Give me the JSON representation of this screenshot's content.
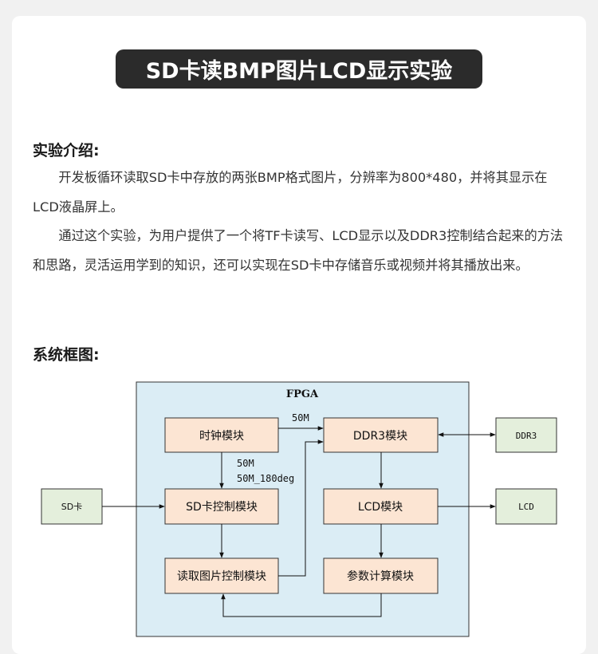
{
  "title": "SD卡读BMP图片LCD显示实验",
  "intro": {
    "heading": "实验介绍:",
    "paragraphs": [
      "开发板循环读取SD卡中存放的两张BMP格式图片，分辨率为800*480，并将其显示在LCD液晶屏上。",
      "通过这个实验，为用户提供了一个将TF卡读写、LCD显示以及DDR3控制结合起来的方法和思路，灵活运用学到的知识，还可以实现在SD卡中存储音乐或视频并将其播放出来。"
    ]
  },
  "diagram": {
    "heading": "系统框图:",
    "fpga_label": "FPGA",
    "modules": {
      "clock": "时钟模块",
      "sd_ctrl": "SD卡控制模块",
      "read_img": "读取图片控制模块",
      "ddr3": "DDR3模块",
      "lcd": "LCD模块",
      "param": "参数计算模块"
    },
    "external": {
      "sd": "SD卡",
      "ddr3": "DDR3",
      "lcd": "LCD"
    },
    "signals": {
      "clk_to_ddr": "50M",
      "clk_to_sd_1": "50M",
      "clk_to_sd_2": "50M_180deg"
    },
    "colors": {
      "fpga_fill": "#dbedf5",
      "module_fill": "#fce5d3",
      "external_fill": "#e4efdc"
    }
  }
}
